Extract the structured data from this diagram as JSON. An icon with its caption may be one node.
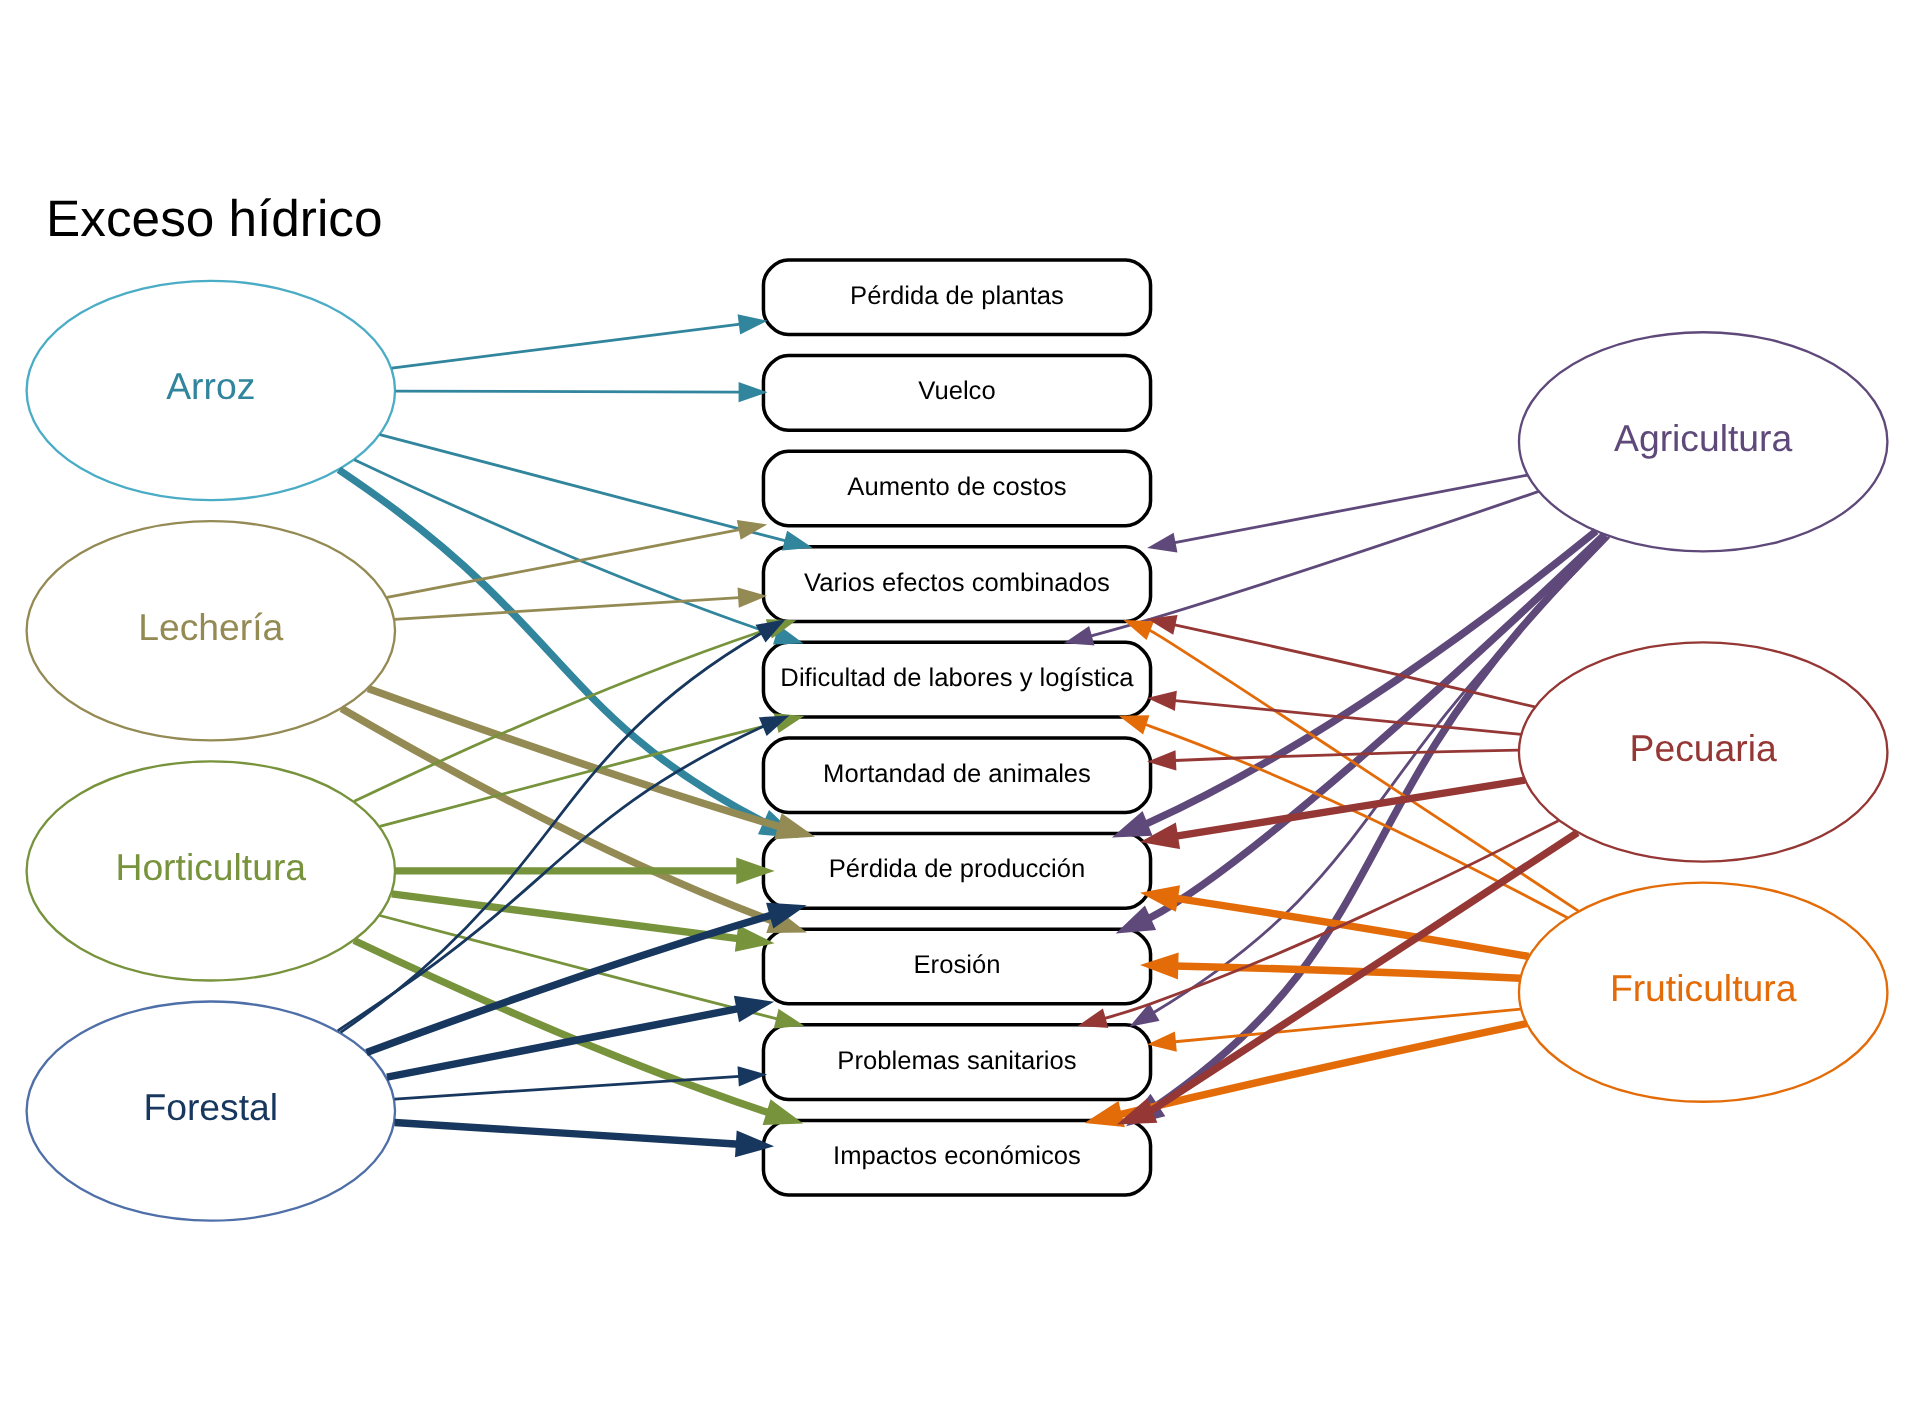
{
  "diagram": {
    "title": "Exceso hídrico",
    "nodes": [
      {
        "text": [
          "Arroz"
        ]
      },
      {
        "text": [
          "Lechería"
        ]
      },
      {
        "text": [
          "Horticultura"
        ]
      },
      {
        "text": [
          "Forestal"
        ]
      },
      {
        "text": [
          "Pérdida de plantas"
        ]
      },
      {
        "text": [
          "Dificultad de labores y logística"
        ]
      },
      {
        "text": [
          "Aumento de costos"
        ]
      },
      {
        "text": [
          "Vuelco"
        ]
      },
      {
        "text": [
          "Impactos económicos"
        ]
      },
      {
        "text": [
          "Pérdida de producción"
        ]
      },
      {
        "text": [
          "Erosión"
        ]
      },
      {
        "text": [
          "Problemas sanitarios"
        ]
      },
      {
        "text": [
          "Mortandad de animales"
        ]
      },
      {
        "text": [
          "Varios efectos combinados"
        ]
      },
      {
        "text": [
          "Agricultura"
        ]
      },
      {
        "text": [
          "Fruticultura"
        ]
      },
      {
        "text": [
          "Pecuaria"
        ]
      }
    ],
    "edges": [
      {
        "from": 0,
        "to": 4,
        "arrow": "to",
        "color": "#31859c"
      },
      {
        "from": 0,
        "to": 5,
        "arrow": "to",
        "color": "#31859c"
      },
      {
        "from": 0,
        "to": 7,
        "arrow": "to",
        "color": "#31859c"
      },
      {
        "from": 0,
        "to": 9,
        "arrow": "to",
        "style": "thick",
        "color": "#31859c"
      },
      {
        "from": 0,
        "to": 13,
        "arrow": "to",
        "color": "#31859c"
      },
      {
        "from": 1,
        "to": 6,
        "arrow": "to",
        "color": "#948a54"
      },
      {
        "from": 1,
        "to": 9,
        "arrow": "to",
        "style": "thick",
        "color": "#948a54"
      },
      {
        "from": 1,
        "to": 10,
        "arrow": "to",
        "style": "thick",
        "color": "#948a54"
      },
      {
        "from": 1,
        "to": 13,
        "arrow": "to",
        "color": "#948a54"
      },
      {
        "from": 2,
        "to": 5,
        "arrow": "to",
        "color": "#77933c"
      },
      {
        "from": 2,
        "to": 8,
        "arrow": "to",
        "style": "thick",
        "color": "#77933c"
      },
      {
        "from": 2,
        "to": 9,
        "arrow": "to",
        "style": "thick",
        "color": "#77933c"
      },
      {
        "from": 2,
        "to": 10,
        "arrow": "to",
        "style": "thick",
        "color": "#77933c"
      },
      {
        "from": 2,
        "to": 11,
        "arrow": "to",
        "color": "#77933c"
      },
      {
        "from": 2,
        "to": 13,
        "arrow": "to",
        "color": "#77933c"
      },
      {
        "from": 3,
        "to": 5,
        "arrow": "to",
        "color": "#17375e"
      },
      {
        "from": 3,
        "to": 8,
        "arrow": "to",
        "style": "thick",
        "color": "#17375e"
      },
      {
        "from": 3,
        "to": 9,
        "arrow": "to",
        "style": "thick",
        "color": "#17375e"
      },
      {
        "from": 3,
        "to": 10,
        "arrow": "to",
        "style": "thick",
        "color": "#17375e"
      },
      {
        "from": 3,
        "to": 11,
        "arrow": "to",
        "color": "#17375e"
      },
      {
        "from": 3,
        "to": 13,
        "arrow": "to",
        "color": "#17375e"
      },
      {
        "from": 14,
        "to": 5,
        "arrow": "to",
        "color": "#5f497a"
      },
      {
        "from": 14,
        "to": 8,
        "arrow": "to",
        "style": "thick",
        "color": "#5f497a"
      },
      {
        "from": 14,
        "to": 9,
        "arrow": "to",
        "style": "thick",
        "color": "#5f497a"
      },
      {
        "from": 14,
        "to": 10,
        "arrow": "to",
        "style": "thick",
        "color": "#5f497a"
      },
      {
        "from": 14,
        "to": 11,
        "arrow": "to",
        "color": "#5f497a"
      },
      {
        "from": 14,
        "to": 13,
        "arrow": "to",
        "color": "#5f497a"
      },
      {
        "from": 15,
        "to": 5,
        "arrow": "to",
        "color": "#e36c09"
      },
      {
        "from": 15,
        "to": 8,
        "arrow": "to",
        "style": "thick",
        "color": "#e36c09"
      },
      {
        "from": 15,
        "to": 9,
        "arrow": "to",
        "style": "thick",
        "color": "#e36c09"
      },
      {
        "from": 15,
        "to": 10,
        "arrow": "to",
        "style": "thick",
        "color": "#e36c09"
      },
      {
        "from": 15,
        "to": 11,
        "arrow": "to",
        "color": "#e36c09"
      },
      {
        "from": 15,
        "to": 13,
        "arrow": "to",
        "color": "#e36c09"
      },
      {
        "from": 16,
        "to": 5,
        "arrow": "to",
        "color": "#953735"
      },
      {
        "from": 16,
        "to": 8,
        "arrow": "to",
        "style": "thick",
        "color": "#953735"
      },
      {
        "from": 16,
        "to": 9,
        "arrow": "to",
        "style": "thick",
        "color": "#953735"
      },
      {
        "from": 16,
        "to": 11,
        "arrow": "to",
        "color": "#953735"
      },
      {
        "from": 16,
        "to": 12,
        "arrow": "to",
        "color": "#953735"
      },
      {
        "from": 16,
        "to": 13,
        "arrow": "to",
        "color": "#953735"
      }
    ]
  }
}
